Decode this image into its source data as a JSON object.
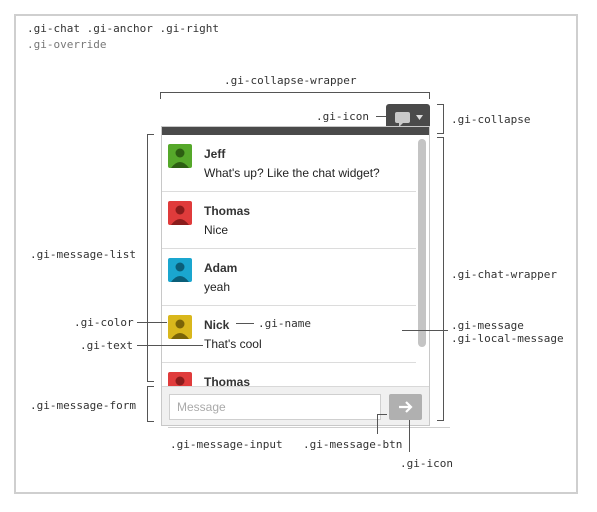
{
  "header": {
    "line1": ".gi-chat .gi-anchor .gi-right",
    "line2": ".gi-override"
  },
  "labels": {
    "collapse_wrapper": ".gi-collapse-wrapper",
    "icon_top": ".gi-icon",
    "collapse": ".gi-collapse",
    "message_list": ".gi-message-list",
    "chat_wrapper": ".gi-chat-wrapper",
    "color": ".gi-color",
    "name": ".gi-name",
    "text": ".gi-text",
    "message": ".gi-message",
    "local_message": ".gi-local-message",
    "message_form": ".gi-message-form",
    "message_input": ".gi-message-input",
    "message_btn": ".gi-message-btn",
    "icon_bottom": ".gi-icon"
  },
  "messages": [
    {
      "name": "Jeff",
      "text": "What's up? Like the chat widget?",
      "color": "#55a82a"
    },
    {
      "name": "Thomas",
      "text": "Nice",
      "color": "#e03b3b"
    },
    {
      "name": "Adam",
      "text": "yeah",
      "color": "#1aa6cf"
    },
    {
      "name": "Nick",
      "text": "That's cool",
      "color": "#d9b71c"
    },
    {
      "name": "Thomas",
      "text": "",
      "color": "#e03b3b"
    }
  ],
  "form": {
    "placeholder": "Message"
  }
}
